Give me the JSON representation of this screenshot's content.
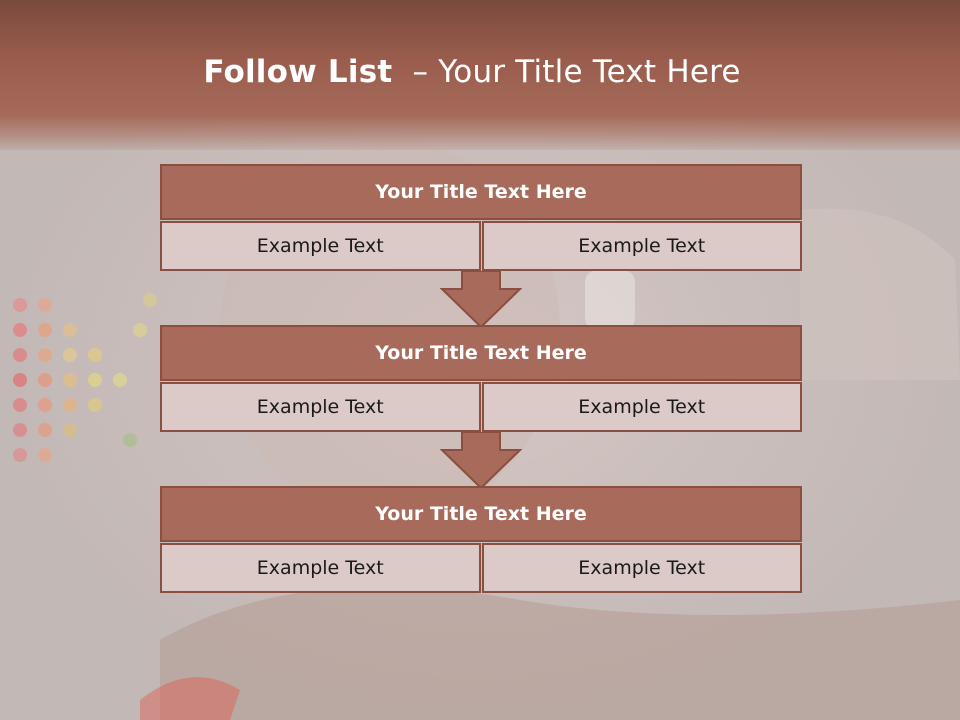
{
  "slide": {
    "title_bold": "Follow List",
    "title_rest": "  – Your Title Text Here"
  },
  "blocks": [
    {
      "title": "Your Title Text Here",
      "left_text": "Example Text",
      "right_text": "Example Text"
    },
    {
      "title": "Your Title Text Here",
      "left_text": "Example Text",
      "right_text": "Example Text"
    },
    {
      "title": "Your Title Text Here",
      "left_text": "Example Text",
      "right_text": "Example Text"
    }
  ],
  "colors": {
    "header": "#9a5d4d",
    "box_title": "#a86a5a",
    "box_border": "#8a4f41",
    "cell": "#dbcac7",
    "arrow": "#a86a5a"
  }
}
